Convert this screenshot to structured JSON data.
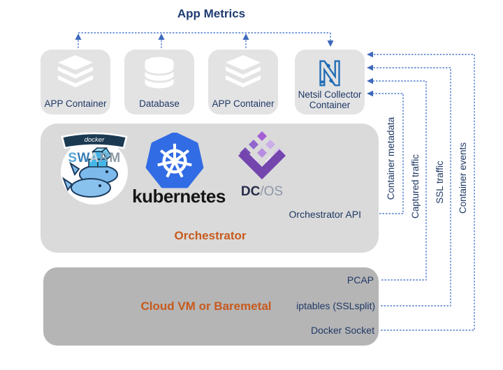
{
  "diagram": {
    "app_metrics_label": "App Metrics",
    "containers": [
      {
        "label": "APP Container",
        "icon": "stack-icon"
      },
      {
        "label": "Database",
        "icon": "database-icon"
      },
      {
        "label": "APP Container",
        "icon": "stack-icon"
      },
      {
        "label_line1": "Netsil Collector",
        "label_line2": "Container",
        "icon": "netsil-logo"
      }
    ],
    "orchestrator": {
      "title": "Orchestrator",
      "api_label": "Orchestrator API",
      "swarm": {
        "banner": "docker",
        "letters": [
          {
            "ch": "S",
            "color": "#56a5d6"
          },
          {
            "ch": "W",
            "color": "#3a7fb5"
          },
          {
            "ch": "A",
            "color": "#ccd6dc"
          },
          {
            "ch": "R",
            "color": "#7aa7c4"
          },
          {
            "ch": "M",
            "color": "#8e9ba4"
          }
        ]
      },
      "kubernetes_wordmark": "kubernetes",
      "dcos_dc": "DC",
      "dcos_os": "/OS"
    },
    "infra": {
      "title": "Cloud VM or Baremetal",
      "pcap": "PCAP",
      "iptables": "iptables (SSLsplit)",
      "docker_socket": "Docker Socket"
    },
    "flows": {
      "container_metadata": "Container metadata",
      "captured_traffic": "Captured traffic",
      "ssl_traffic": "SSL traffic",
      "container_events": "Container events"
    },
    "colors": {
      "accent_orange": "#c75a1d",
      "navy_text": "#1f3864",
      "line_blue": "#4f7ccd",
      "arrow_blue": "#3b69bb",
      "kubernetes_blue": "#326ce5",
      "netsil_blue": "#1e6cb5",
      "box_gray": "#e3e3e4",
      "orchestrator_gray": "#dadada",
      "infra_gray": "#b5b5b6"
    }
  }
}
